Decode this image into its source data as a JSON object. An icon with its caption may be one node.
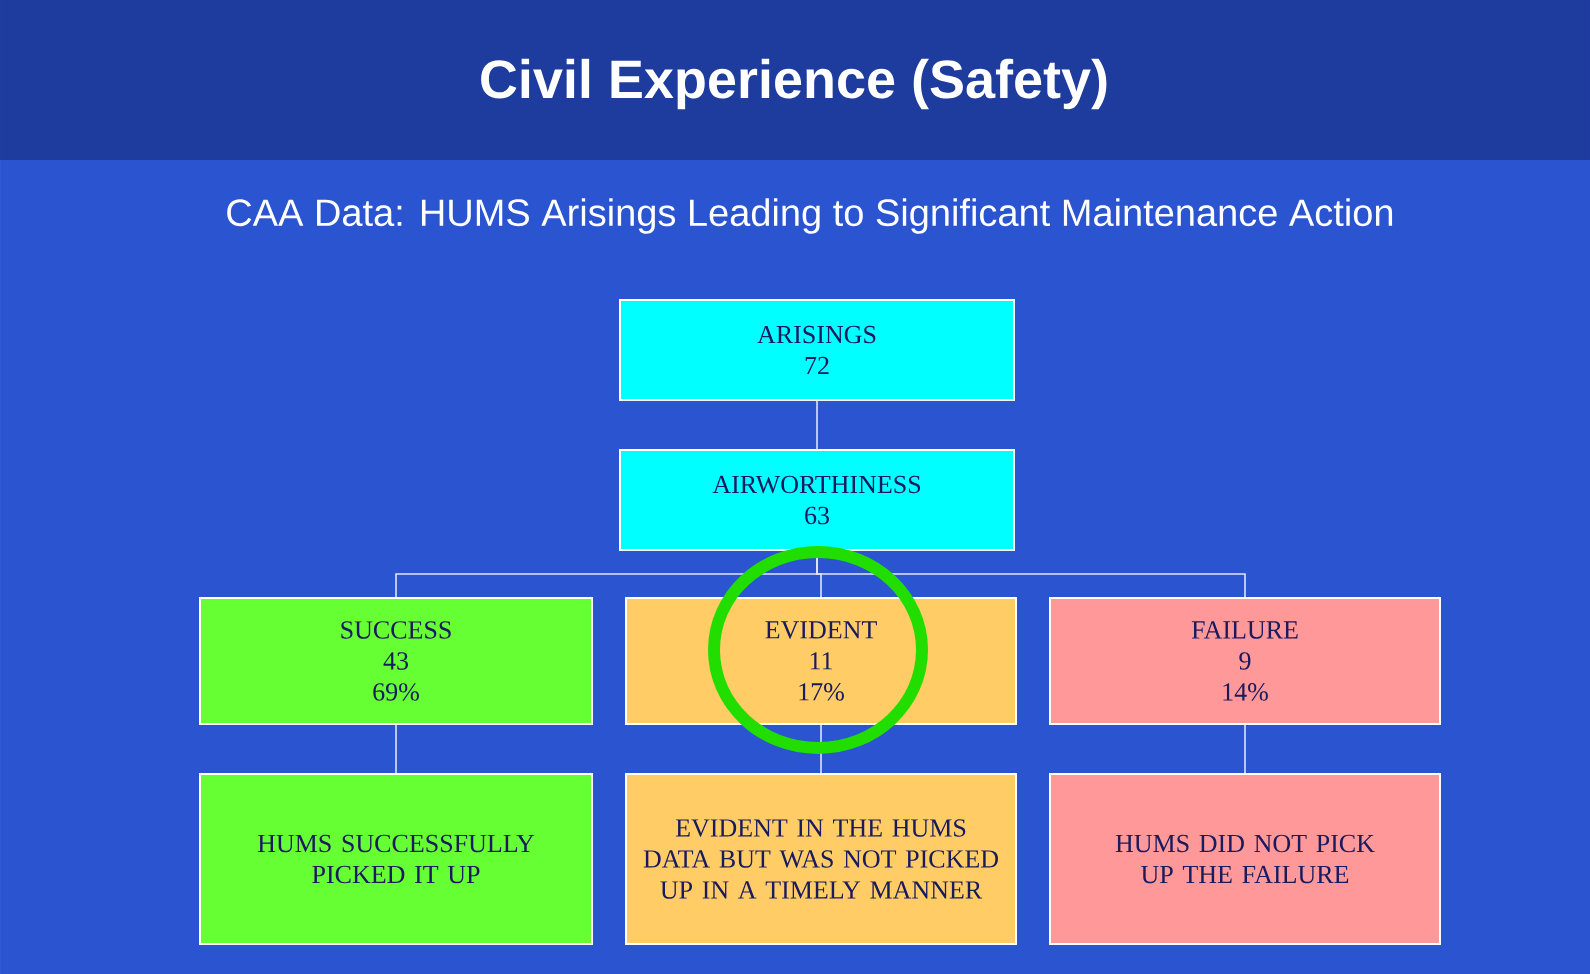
{
  "diagram": {
    "title": "Civil Experience (Safety)",
    "caption": "CAA Data: HUMS Arisings Leading to Significant Maintenance Action",
    "nodes": [
      {
        "text": [
          "ARISINGS",
          "72"
        ]
      },
      {
        "text": [
          "AIRWORTHINESS",
          "63"
        ]
      },
      {
        "text": [
          "SUCCESS",
          "43",
          "69%"
        ]
      },
      {
        "text": [
          "EVIDENT",
          "11",
          "17%"
        ]
      },
      {
        "text": [
          "FAILURE",
          "9",
          "14%"
        ]
      },
      {
        "text": [
          "HUMS SUCCESSFULLY PICKED IT UP"
        ]
      },
      {
        "text": [
          "EVIDENT IN THE HUMS DATA BUT WAS NOT PICKED UP IN A TIMELY MANNER"
        ]
      },
      {
        "text": [
          "HUMS DID NOT PICK UP THE FAILURE"
        ]
      }
    ],
    "edges": [
      {
        "from": 0,
        "to": 1,
        "arrow": "none"
      },
      {
        "from": 1,
        "to": 2,
        "arrow": "none"
      },
      {
        "from": 1,
        "to": 3,
        "arrow": "none"
      },
      {
        "from": 1,
        "to": 4,
        "arrow": "none"
      },
      {
        "from": 2,
        "to": 5,
        "arrow": "none"
      },
      {
        "from": 3,
        "to": 6,
        "arrow": "none"
      },
      {
        "from": 4,
        "to": 7,
        "arrow": "none"
      }
    ]
  }
}
